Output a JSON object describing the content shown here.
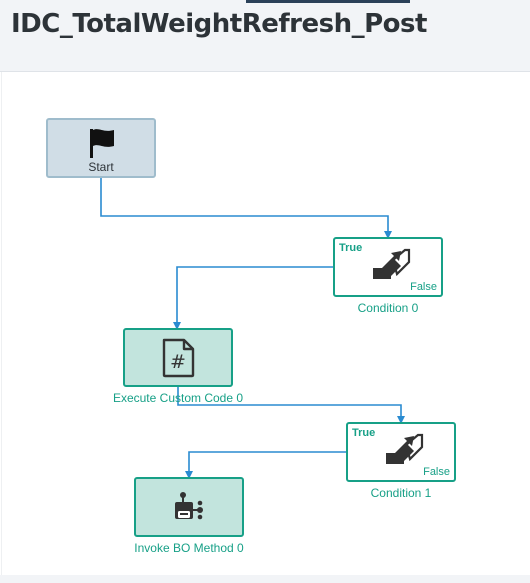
{
  "page": {
    "title": "IDC_TotalWeightRefresh_Post"
  },
  "theme": {
    "accent": "#17a087",
    "link": "#2a8bd1",
    "start_fill": "#d0dde6",
    "action_fill": "#c2e4dd"
  },
  "nodes": {
    "start": {
      "label": "Start",
      "icon": "flag-icon"
    },
    "condition0": {
      "label": "Condition 0",
      "true_label": "True",
      "false_label": "False",
      "icon": "condition-arrows-icon"
    },
    "custom_code": {
      "label": "Execute Custom Code 0",
      "icon": "hash-document-icon"
    },
    "condition1": {
      "label": "Condition 1",
      "true_label": "True",
      "false_label": "False",
      "icon": "condition-arrows-icon"
    },
    "invoke_bo": {
      "label": "Invoke BO Method 0",
      "icon": "bo-method-icon"
    }
  }
}
